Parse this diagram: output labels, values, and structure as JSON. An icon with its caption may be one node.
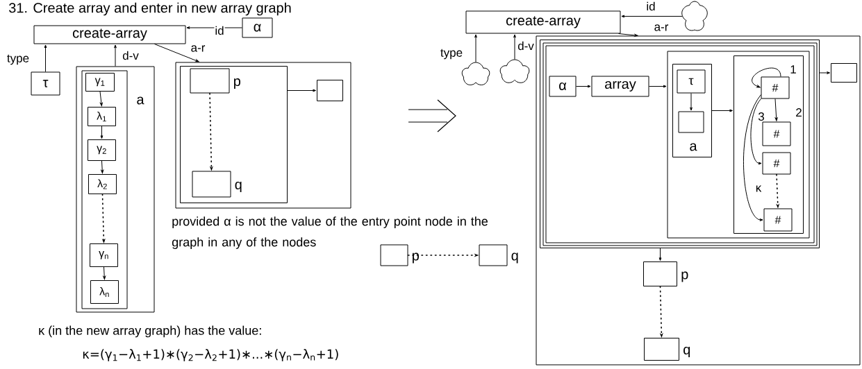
{
  "diagram": {
    "title": "31. Create array and enter in new array graph",
    "nodes": [
      {
        "text": [
          "create-array"
        ]
      },
      {
        "text": [
          "α"
        ]
      },
      {
        "text": [
          "τ"
        ]
      },
      {
        "text": [
          "a"
        ]
      },
      {
        "text": [
          "γ$_{1}$"
        ],
        "in": 3
      },
      {
        "text": [
          "λ$_{1}$"
        ],
        "in": 3
      },
      {
        "text": [
          "γ$_{2}$"
        ],
        "in": 3
      },
      {
        "text": [
          "λ$_{2}$"
        ],
        "in": 3
      },
      {
        "text": [
          "γ$_{n}$"
        ],
        "in": 3
      },
      {
        "text": [
          "λ$_{n}$"
        ],
        "in": 3
      },
      {
        "text": [],
        "shape": "box"
      },
      {
        "text": [],
        "shape": "box",
        "in": 10
      },
      {
        "text": [],
        "shape": "box",
        "beside": [
          "p"
        ],
        "in": 11
      },
      {
        "text": [],
        "shape": "box",
        "beside": [
          "q"
        ],
        "in": 11
      },
      {
        "text": [],
        "shape": "box",
        "in": 10
      },
      {
        "text": [],
        "shape": "box",
        "beside": [
          "p"
        ]
      },
      {
        "text": [],
        "shape": "box",
        "beside": [
          "q"
        ]
      },
      {
        "text": [
          "create-array"
        ]
      },
      {
        "text": [],
        "shape": "cloud"
      },
      {
        "text": [],
        "shape": "cloud"
      },
      {
        "text": [],
        "shape": "cloud"
      },
      {
        "text": [],
        "shape": "box"
      },
      {
        "text": [],
        "shape": "box",
        "in": 21
      },
      {
        "text": [
          "α"
        ],
        "in": 22
      },
      {
        "text": [
          "array"
        ],
        "in": 22
      },
      {
        "text": [],
        "shape": "box",
        "in": 22
      },
      {
        "text": [
          "a"
        ],
        "in": 25
      },
      {
        "text": [
          "τ"
        ],
        "in": 26
      },
      {
        "text": [],
        "shape": "box",
        "in": 26
      },
      {
        "text": [],
        "shape": "box",
        "in": 25
      },
      {
        "text": [
          "#"
        ],
        "in": 29
      },
      {
        "text": [
          "#"
        ],
        "in": 29
      },
      {
        "text": [
          "#"
        ],
        "in": 29
      },
      {
        "text": [
          "#"
        ],
        "in": 29
      },
      {
        "text": [],
        "shape": "box",
        "in": 21
      },
      {
        "text": [],
        "shape": "box",
        "beside": [
          "p"
        ],
        "in": 21
      },
      {
        "text": [],
        "shape": "box",
        "beside": [
          "q"
        ],
        "in": 21
      }
    ],
    "edges": [
      {
        "from": 1,
        "to": 0,
        "arrow": "to",
        "label": "id"
      },
      {
        "from": 2,
        "to": 0,
        "arrow": "to",
        "label": "type"
      },
      {
        "from": 3,
        "to": 0,
        "arrow": "to",
        "label": "d-v"
      },
      {
        "from": 0,
        "to": 10,
        "arrow": "to",
        "label": "a-r"
      },
      {
        "from": 4,
        "to": 5,
        "arrow": "to"
      },
      {
        "from": 5,
        "to": 6,
        "arrow": "to"
      },
      {
        "from": 6,
        "to": 7,
        "arrow": "to"
      },
      {
        "from": 7,
        "to": 8,
        "arrow": "to",
        "style": "dashed"
      },
      {
        "from": 8,
        "to": 9,
        "arrow": "to"
      },
      {
        "from": 12,
        "to": 13,
        "arrow": "to",
        "style": "dashed"
      },
      {
        "from": 11,
        "to": 14,
        "arrow": "to"
      },
      {
        "from": 15,
        "to": 16,
        "arrow": "to",
        "style": "dashed"
      },
      {
        "from": 18,
        "to": 17,
        "arrow": "to",
        "label": "id"
      },
      {
        "from": 19,
        "to": 17,
        "arrow": "to",
        "label": "type"
      },
      {
        "from": 20,
        "to": 17,
        "arrow": "to",
        "label": "d-v"
      },
      {
        "from": 17,
        "to": 21,
        "arrow": "to",
        "label": "a-r"
      },
      {
        "from": 23,
        "to": 24,
        "arrow": "to"
      },
      {
        "from": 24,
        "to": 25,
        "arrow": "to"
      },
      {
        "from": 27,
        "to": 28,
        "arrow": "to"
      },
      {
        "from": 26,
        "to": 29,
        "arrow": "to"
      },
      {
        "from": 30,
        "to": 30,
        "arrow": "to",
        "label": "1"
      },
      {
        "from": 30,
        "to": 31,
        "arrow": "to",
        "label": "2"
      },
      {
        "from": 30,
        "to": 32,
        "arrow": "to",
        "label": "3"
      },
      {
        "from": 30,
        "to": 33,
        "arrow": "to",
        "label": "κ"
      },
      {
        "from": 32,
        "to": 33,
        "arrow": "to",
        "style": "dashed"
      },
      {
        "from": 22,
        "to": 34,
        "arrow": "to"
      },
      {
        "from": 22,
        "to": 35,
        "arrow": "to"
      },
      {
        "from": 35,
        "to": 36,
        "arrow": "to",
        "style": "dashed"
      }
    ],
    "labels": [
      "provided α is not the value of the entry point node in the graph in any of the nodes",
      "κ (in the new array graph) has the value:",
      "κ=(γ$_{1}$−λ$_{1}$+1)∗(γ$_{2}$−λ$_{2}$+1)∗...∗(γ$_{n}$−λ$_{n}$+1)"
    ]
  }
}
